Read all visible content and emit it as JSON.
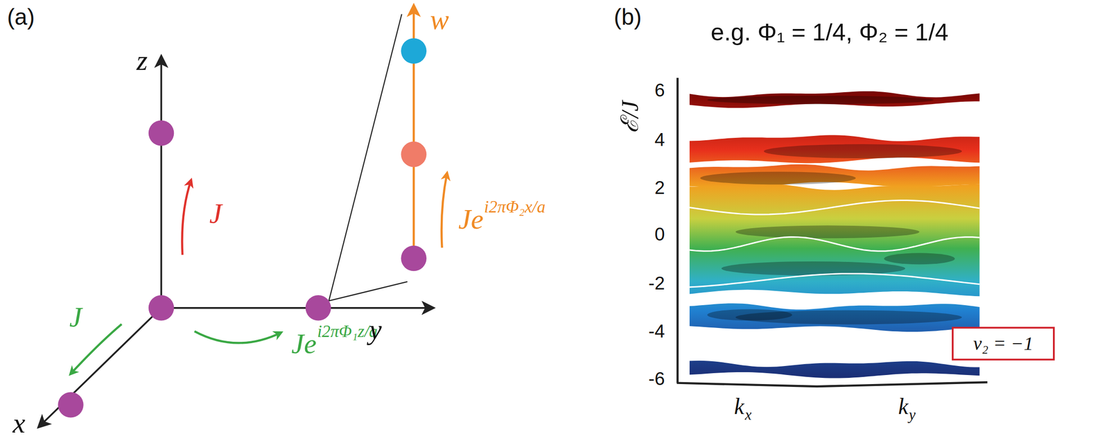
{
  "diagram": {
    "labels": [
      "(a)",
      "z",
      "J",
      "J",
      "Je",
      "i2πΦ₁z/a",
      "x",
      "y",
      "w",
      "Je",
      "i2πΦ₂x/a",
      "(b)",
      "e.g.  Φ₁ = 1/4, Φ₂ = 1/4",
      "ℰ/J",
      "6",
      "4",
      "2",
      "0",
      "-2",
      "-4",
      "-6",
      "k",
      "x",
      "k",
      "y",
      "ν₂ = −1"
    ]
  }
}
